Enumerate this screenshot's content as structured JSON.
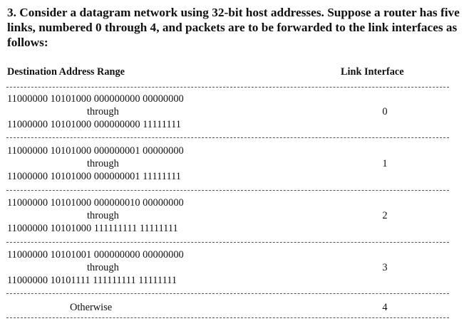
{
  "question": {
    "text": "3. Consider a datagram network using 32-bit host addresses. Suppose a router has five links, numbered 0 through 4, and packets are to be forwarded to the link interfaces as follows:"
  },
  "table": {
    "headers": {
      "destination": "Destination Address Range",
      "link": "Link Interface"
    },
    "rows": [
      {
        "start": "11000000 10101000 000000000 00000000",
        "through": "through",
        "end": "11000000 10101000 000000000 11111111",
        "interface": "0"
      },
      {
        "start": "11000000 10101000 000000001 00000000",
        "through": "through",
        "end": "11000000 10101000 000000001 11111111",
        "interface": "1"
      },
      {
        "start": "11000000 10101000 000000010 00000000",
        "through": "through",
        "end": "11000000 10101000 111111111 11111111",
        "interface": "2"
      },
      {
        "start": "11000000 10101001 000000000 00000000",
        "through": "through",
        "end": "11000000 10101111 111111111 11111111",
        "interface": "3"
      }
    ],
    "otherwise": {
      "label": "Otherwise",
      "interface": "4"
    }
  }
}
